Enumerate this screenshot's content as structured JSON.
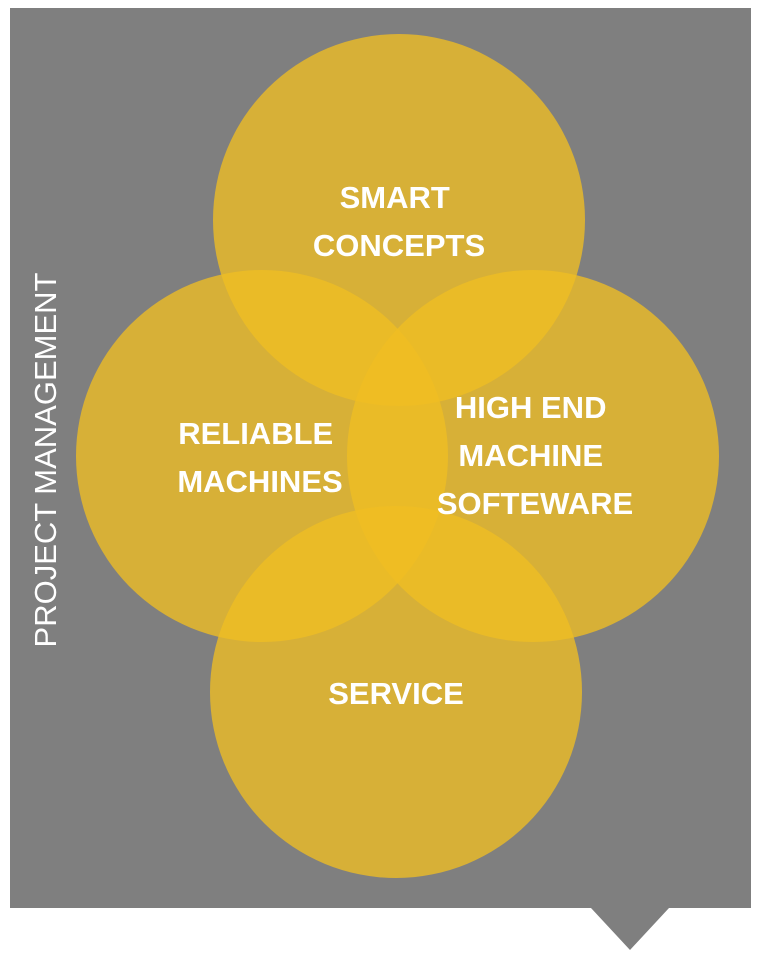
{
  "colors": {
    "panel": "#7f7f7f",
    "circle_fill": "#f0be22",
    "text": "#ffffff"
  },
  "side_label": "PROJECT MANAGEMENT",
  "circles": {
    "top": {
      "line1": "SMART",
      "line2": "CONCEPTS"
    },
    "left": {
      "line1": "RELIABLE",
      "line2": "MACHINES"
    },
    "right": {
      "line1": "HIGH END",
      "line2": "MACHINE",
      "line3": "SOFTEWARE"
    },
    "bottom": {
      "line1": "SERVICE"
    }
  }
}
